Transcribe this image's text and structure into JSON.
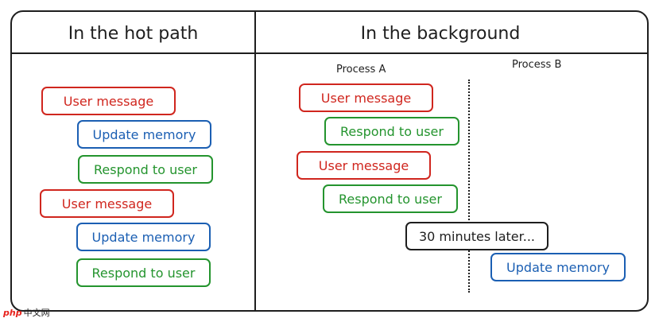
{
  "headers": {
    "left": "In the hot path",
    "right": "In the background"
  },
  "processes": {
    "a": "Process A",
    "b": "Process B"
  },
  "hot_path": [
    {
      "label": "User message",
      "color": "#d0261e"
    },
    {
      "label": "Update memory",
      "color": "#1b5fb3"
    },
    {
      "label": "Respond to user",
      "color": "#24942e"
    },
    {
      "label": "User message",
      "color": "#d0261e"
    },
    {
      "label": "Update memory",
      "color": "#1b5fb3"
    },
    {
      "label": "Respond to user",
      "color": "#24942e"
    }
  ],
  "background": [
    {
      "label": "User message",
      "color": "#d0261e"
    },
    {
      "label": "Respond to user",
      "color": "#24942e"
    },
    {
      "label": "User message",
      "color": "#d0261e"
    },
    {
      "label": "Respond to user",
      "color": "#24942e"
    },
    {
      "label": "30 minutes later...",
      "color": "#1e1e1e"
    },
    {
      "label": "Update memory",
      "color": "#1b5fb3"
    }
  ],
  "watermark": {
    "logo": "php",
    "text": "中文网"
  }
}
